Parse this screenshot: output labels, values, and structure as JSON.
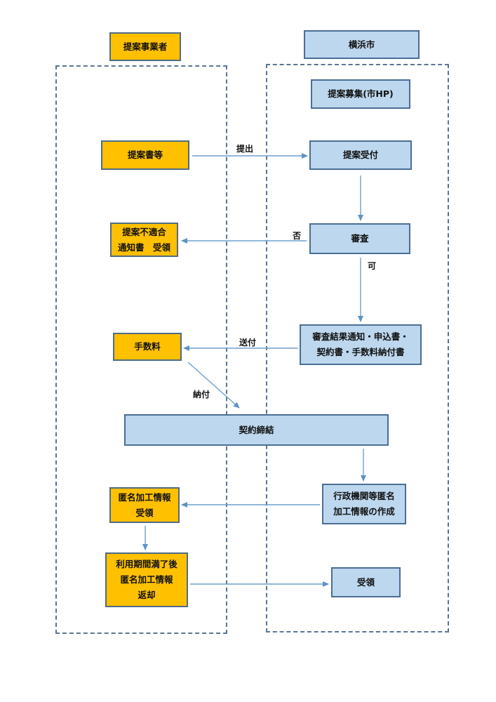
{
  "lanes": {
    "applicant": {
      "title": "提案事業者"
    },
    "city": {
      "title": "横浜市"
    }
  },
  "nodes": {
    "recruit": "提案募集(市HP)",
    "proposal_docs": "提案書等",
    "reception": "提案受付",
    "rejection_notice": "提案不適合\n通知書　受領",
    "review": "審査",
    "result_notice": "審査結果通知・申込書・\n契約書・手数料納付書",
    "fee": "手数料",
    "contract": "契約締結",
    "create_info": "行政機関等匿名\n加工情報の作成",
    "receive_info": "匿名加工情報\n受領",
    "return_info": "利用期間満了後\n匿名加工情報\n返却",
    "receive_return": "受領"
  },
  "edge_labels": {
    "submit": "提出",
    "reject": "否",
    "accept": "可",
    "send": "送付",
    "pay": "納付"
  },
  "colors": {
    "applicant_fill": "#ffc000",
    "city_fill": "#bdd7ee",
    "border": "#4a6e95",
    "arrow": "#6f9fcf"
  }
}
